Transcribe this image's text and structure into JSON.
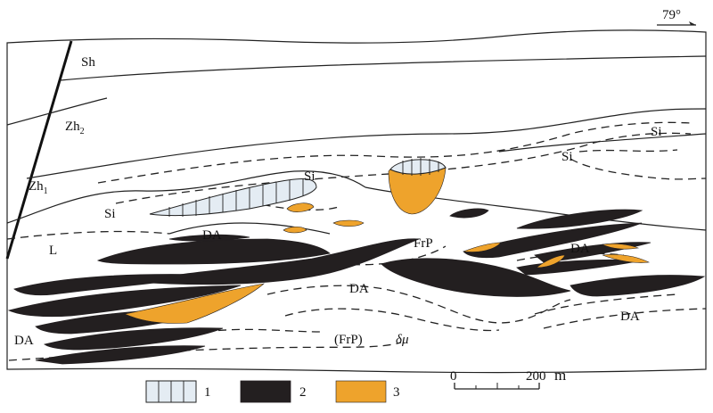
{
  "orientation": {
    "label": "79°"
  },
  "units": {
    "Sh": "Sh",
    "Zh2": {
      "main": "Zh",
      "sub": "2"
    },
    "Zh1": {
      "main": "Zh",
      "sub": "1"
    },
    "Si_left": "Si",
    "Si_lens": "Si",
    "Si_right_upper": "Si",
    "Si_right_lower": "Si",
    "L": "L",
    "DA_upper_center": "DA",
    "FrP": "FrP",
    "DA_right": "DA",
    "DA_center_lower": "DA",
    "DA_left": "DA",
    "DA_right_lower": "DA",
    "FrP_parenthetical": "(FrP)",
    "delta_mu": "δμ"
  },
  "legend": [
    {
      "id": "1",
      "label": "1",
      "pattern": "hatched",
      "color": "#e4ecf3"
    },
    {
      "id": "2",
      "label": "2",
      "pattern": "solid",
      "color": "#231f20"
    },
    {
      "id": "3",
      "label": "3",
      "pattern": "solid",
      "color": "#eea32c"
    }
  ],
  "scale_bar": {
    "start": "0",
    "end": "200",
    "unit": "m"
  }
}
